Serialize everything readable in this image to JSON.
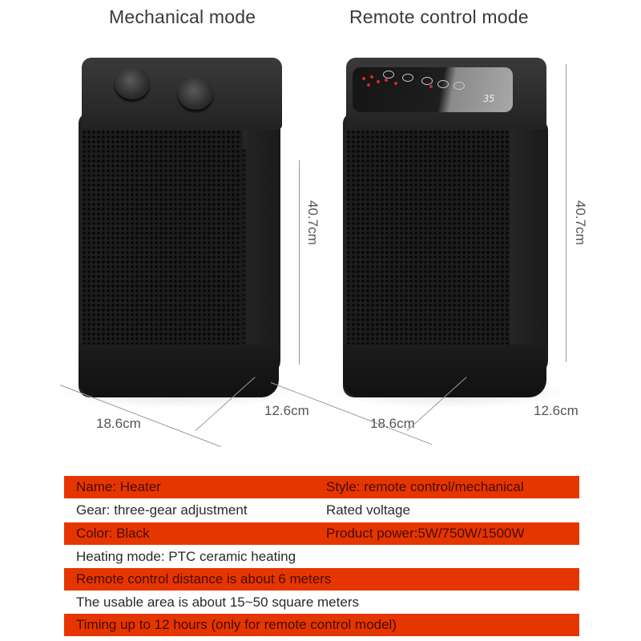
{
  "titles": {
    "left": "Mechanical mode",
    "right": "Remote control mode"
  },
  "products": [
    {
      "mode": "mechanical",
      "controls": [
        "knob-left",
        "knob-right"
      ],
      "dimensions": {
        "height": "40.7cm",
        "width": "18.6cm",
        "depth": "12.6cm"
      }
    },
    {
      "mode": "remote",
      "display_value": "35",
      "dimensions": {
        "height": "40.7cm",
        "width": "18.6cm",
        "depth": "12.6cm"
      }
    }
  ],
  "specs": [
    {
      "style": "red",
      "left": "Name: Heater",
      "right": "Style: remote control/mechanical"
    },
    {
      "style": "white",
      "left": "Gear: three-gear adjustment",
      "right": "Rated voltage"
    },
    {
      "style": "red",
      "left": "Color: Black",
      "right": "Product power:5W/750W/1500W"
    },
    {
      "style": "white",
      "left": "Heating mode: PTC ceramic heating",
      "right": ""
    },
    {
      "style": "red",
      "left": "Remote control distance is about 6 meters",
      "right": ""
    },
    {
      "style": "white",
      "left": "The usable area is about 15~50 square meters",
      "right": ""
    },
    {
      "style": "red",
      "left": "Timing up to 12 hours (only for remote control model)",
      "right": ""
    }
  ],
  "colors": {
    "accent_red": "#e53600",
    "red_text": "#4a0a00",
    "body_black": "#1d1d1d"
  }
}
